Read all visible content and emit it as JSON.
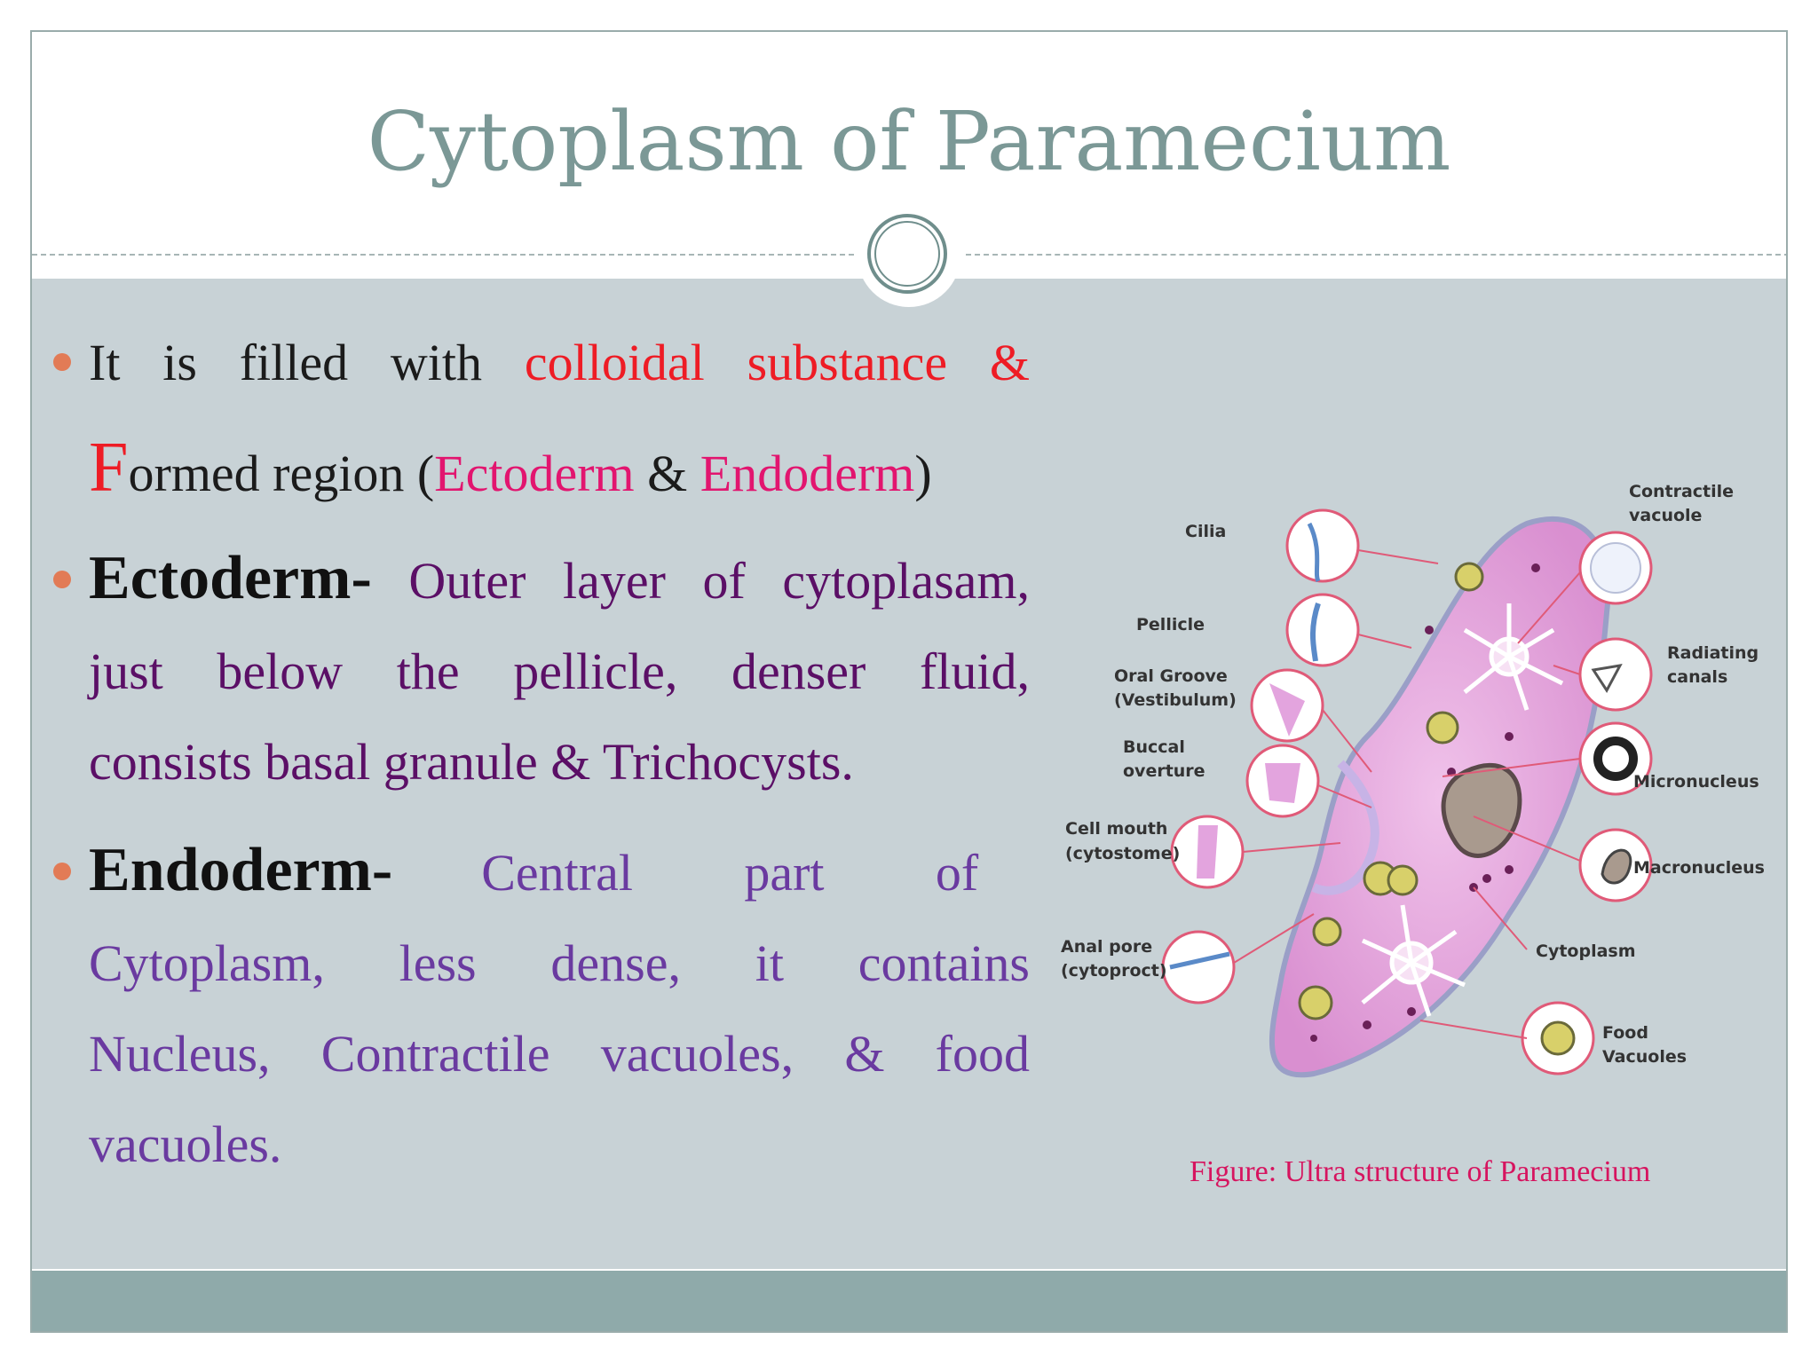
{
  "slide": {
    "title": "Cytoplasm of Paramecium"
  },
  "bullets": [
    {
      "lines": [
        {
          "parts": [
            "It is filled with ",
            "colloidal substance &"
          ]
        },
        {
          "parts": [
            "F",
            "ormed region (",
            "Ectoderm",
            " & ",
            "Endoderm",
            ")"
          ]
        }
      ]
    },
    {
      "heading": "Ectoderm-",
      "lines": [
        {
          "parts": [
            " Outer layer of cytoplasam,"
          ]
        },
        {
          "parts": [
            "just below the pellicle, denser fluid,"
          ]
        },
        {
          "parts": [
            "consists basal granule & Trichocysts."
          ]
        }
      ]
    },
    {
      "heading": "Endoderm-",
      "lines": [
        {
          "parts": [
            "Central part of"
          ]
        },
        {
          "parts": [
            "Cytoplasm, less dense, it contains"
          ]
        },
        {
          "parts": [
            "Nucleus, Contractile vacuoles, & food"
          ]
        },
        {
          "parts": [
            "vacuoles."
          ]
        }
      ]
    }
  ],
  "figure": {
    "labels": {
      "cilia": "Cilia",
      "pellicle": "Pellicle",
      "oral_groove_1": "Oral Groove",
      "oral_groove_2": "(Vestibulum)",
      "buccal_1": "Buccal",
      "buccal_2": "overture",
      "cell_mouth_1": "Cell mouth",
      "cell_mouth_2": "(cytostome)",
      "anal_pore_1": "Anal pore",
      "anal_pore_2": "(cytoproct)",
      "contractile_1": "Contractile",
      "contractile_2": "vacuole",
      "radiating_1": "Radiating",
      "radiating_2": "canals",
      "micronucleus": "Micronucleus",
      "macronucleus": "Macronucleus",
      "cytoplasm": "Cytoplasm",
      "food_1": "Food",
      "food_2": "Vacuoles"
    },
    "caption": "Figure: Ultra structure of Paramecium",
    "colors": {
      "body_fill": "#e0a4d8",
      "outline": "#9a9fc7",
      "callout": "#e05a78"
    }
  },
  "theme": {
    "title_color": "#7b9896",
    "body_bg": "#c8d2d6",
    "footer_bg": "#8faaaa",
    "bullet_color": "#e27b56"
  }
}
